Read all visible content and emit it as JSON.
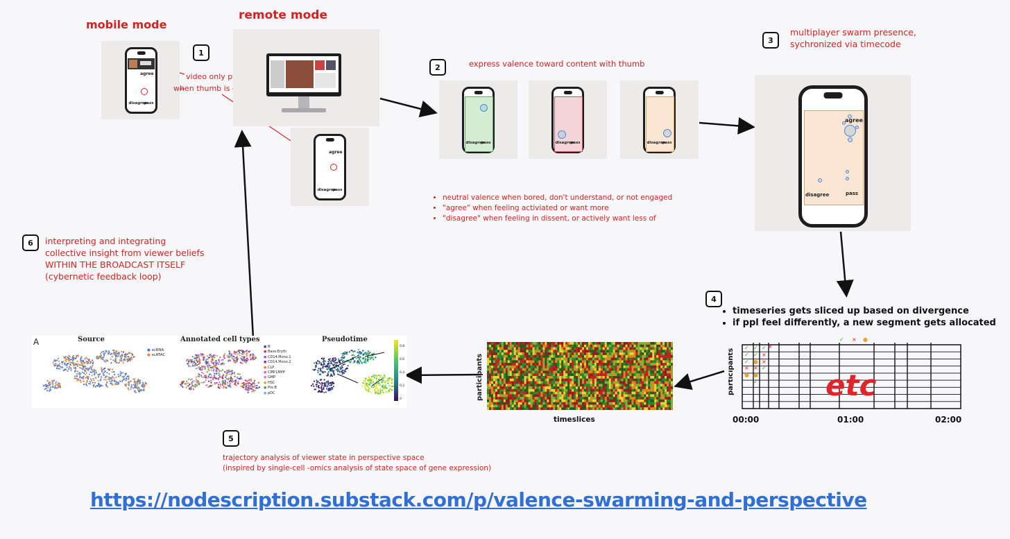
{
  "labels": {
    "mobile_mode": "mobile mode",
    "remote_mode": "remote mode",
    "video_only_plays": "video only plays",
    "when_thumb_down": "when thumb is down",
    "express_valence": "express valence toward content with thumb",
    "multiplayer": "multiplayer swarm presence,",
    "multiplayer_2": "sychronized via timecode",
    "interpreting_1": "interpreting and integrating",
    "interpreting_2": "collective insight from viewer beliefs",
    "interpreting_3": "WITHIN THE BROADCAST ITSELF",
    "interpreting_4": "(cybernetic feedback loop)",
    "trajectory_1": "trajectory analysis of viewer state in perspective space",
    "trajectory_2": "(inspired by single-cell -omics analysis of state space of gene expression)",
    "participants": "participants",
    "timeslices": "timeslices",
    "etc": "etc",
    "link": "https://nodescription.substack.com/p/valence-swarming-and-perspective"
  },
  "steps": [
    "1",
    "2",
    "3",
    "4",
    "5",
    "6"
  ],
  "valence_bullets": [
    "neutral valence when bored, don't understand, or not engaged",
    "\"agree\" when feeling activiated or want more",
    "\"disagree\" when feeling in dissent, or actively want less of"
  ],
  "timeseries_bullets": [
    "timeseries gets sliced up based on divergence",
    "if ppl feel differently, a new segment gets allocated"
  ],
  "phone_text": {
    "agree": "agree",
    "disagree": "disagree",
    "pass": "pass"
  },
  "timeline": {
    "t0": "00:00",
    "t1": "01:00",
    "t2": "02:00"
  },
  "umap": {
    "panel_letter": "A",
    "titles": [
      "Source",
      "Annotated cell types",
      "Pseudotime"
    ],
    "source_legend": [
      "scRNA",
      "scATAC"
    ],
    "cell_types": [
      "B",
      "Baso.Eryth",
      "CD14.Mono.1",
      "CD14.Mono.2",
      "CLP",
      "CMP.LMPP",
      "GMP",
      "HSC",
      "Pre.B",
      "pDC"
    ],
    "colorbar_ticks": [
      "0.8",
      "0.6",
      "0.4",
      "0.2",
      "0"
    ]
  },
  "colors": {
    "accent_red": "#d22323",
    "link_blue": "#2f6fd6",
    "agree_green": "#d4ecd2",
    "disagree_red": "#f4d6d9",
    "pass_peach": "#fbe6d3"
  }
}
